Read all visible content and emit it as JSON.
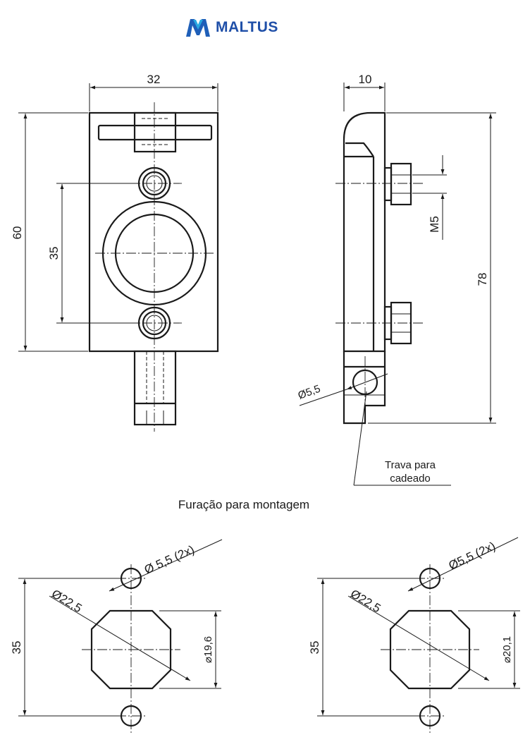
{
  "logo": {
    "text": "MALTUS",
    "colors": {
      "blue": "#1f5fb8",
      "cyan": "#29a8e0",
      "text": "#1f4fa8"
    },
    "icon": "maltus-m-logo-icon"
  },
  "front_view": {
    "width_label": "32",
    "height_label": "60",
    "hole_spacing_label": "35"
  },
  "side_view": {
    "thickness_label": "10",
    "length_label": "78",
    "thread_label": "M5",
    "hole_label": "Ø5,5",
    "lock_note_line1": "Trava para",
    "lock_note_line2": "cadeado"
  },
  "mounting": {
    "title": "Furação para montagem",
    "left": {
      "spacing_label": "35",
      "hole_label": "Ø 5,5 (2x)",
      "diameter_label": "Ø22,5",
      "flat_label": "⌀19,6"
    },
    "right": {
      "spacing_label": "35",
      "hole_label": "Ø5,5 (2x)",
      "diameter_label": "Ø22,5",
      "flat_label": "⌀20,1"
    }
  }
}
